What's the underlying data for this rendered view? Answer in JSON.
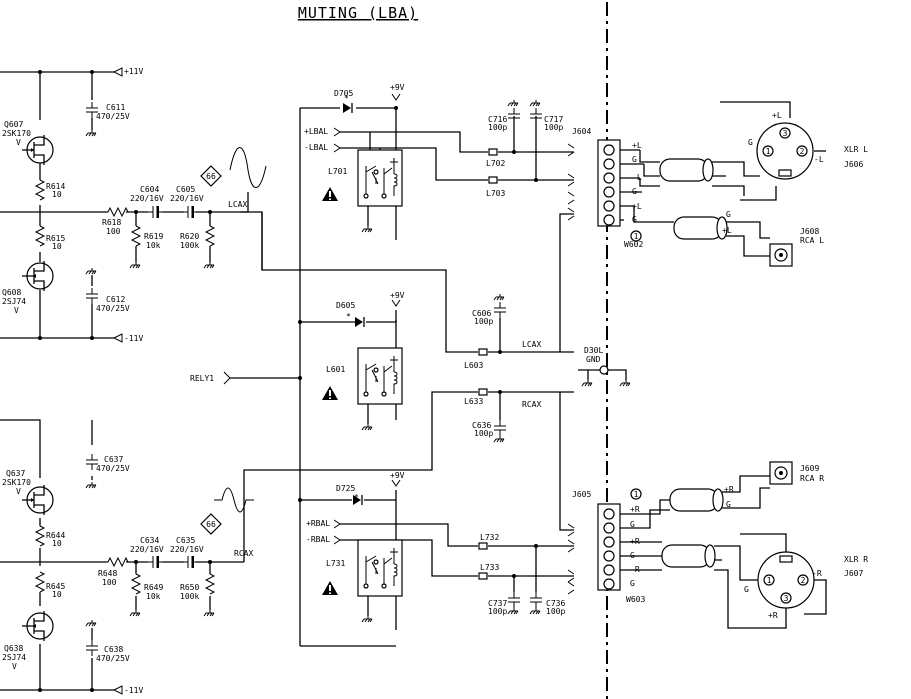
{
  "title": "MUTING (LBA)",
  "rails": {
    "p11_top": "+11V",
    "m11_top": "-11V",
    "m11_bot": "-11V"
  },
  "transistors": {
    "q607": [
      "Q607",
      "2SK170",
      "V"
    ],
    "q608": [
      "Q608",
      "2SJ74",
      "V"
    ],
    "q637": [
      "Q637",
      "2SK170",
      "V"
    ],
    "q638": [
      "Q638",
      "2SJ74",
      "V"
    ]
  },
  "resistors": {
    "r614": [
      "R614",
      "10"
    ],
    "r615": [
      "R615",
      "10"
    ],
    "r618": [
      "R618",
      "100"
    ],
    "r619": [
      "R619",
      "10k"
    ],
    "r620": [
      "R620",
      "100k"
    ],
    "r644": [
      "R644",
      "10"
    ],
    "r645": [
      "R645",
      "10"
    ],
    "r648": [
      "R648",
      "100"
    ],
    "r649": [
      "R649",
      "10k"
    ],
    "r650": [
      "R650",
      "100k"
    ]
  },
  "capacitors": {
    "c611": [
      "C611",
      "470/25V"
    ],
    "c612": [
      "C612",
      "470/25V"
    ],
    "c604": [
      "C604",
      "220/16V"
    ],
    "c605": [
      "C605",
      "220/16V"
    ],
    "c637": [
      "C637",
      "470/25V"
    ],
    "c638": [
      "C638",
      "470/25V"
    ],
    "c634": [
      "C634",
      "220/16V"
    ],
    "c635": [
      "C635",
      "220/16V"
    ],
    "c716": [
      "C716",
      "100p"
    ],
    "c717": [
      "C717",
      "100p"
    ],
    "c606": [
      "C606",
      "100p"
    ],
    "c636": [
      "C636",
      "100p"
    ],
    "c737": [
      "C737",
      "100p"
    ],
    "c736": [
      "C736",
      "100p"
    ]
  },
  "diodes": {
    "d705": "D705",
    "d605": "D605",
    "d725": "D725"
  },
  "relays": {
    "l701": "L701",
    "l601": "L601",
    "l731": "L731"
  },
  "coils": {
    "l702": "L702",
    "l703": "L703",
    "l603": "L603",
    "l633": "L633",
    "l732": "L732",
    "l733": "L733"
  },
  "supply": {
    "p9v": "+9V",
    "star": "*"
  },
  "nets": {
    "lcax": "LCAX",
    "rcax": "RCAX",
    "rely1": "RELY1",
    "lbal_p": "+LBAL",
    "lbal_m": "-LBAL",
    "rbal_p": "+RBAL",
    "rbal_m": "-RBAL"
  },
  "markers": {
    "m66": "66",
    "one": "1",
    "two": "2",
    "three": "3"
  },
  "connectors": {
    "j604": "J604",
    "j605": "J605",
    "w602": "W602",
    "w603": "W603"
  },
  "pins": {
    "pl": "+L",
    "ml": "-L",
    "pr": "+R",
    "mr": "-R",
    "g": "G"
  },
  "gnd": [
    "D30L",
    "GND"
  ],
  "jacks": {
    "j606": [
      "XLR L",
      "J606"
    ],
    "j608": [
      "J608",
      "RCA L"
    ],
    "j609": [
      "J609",
      "RCA R"
    ],
    "j607": [
      "J607",
      "XLR R"
    ]
  }
}
